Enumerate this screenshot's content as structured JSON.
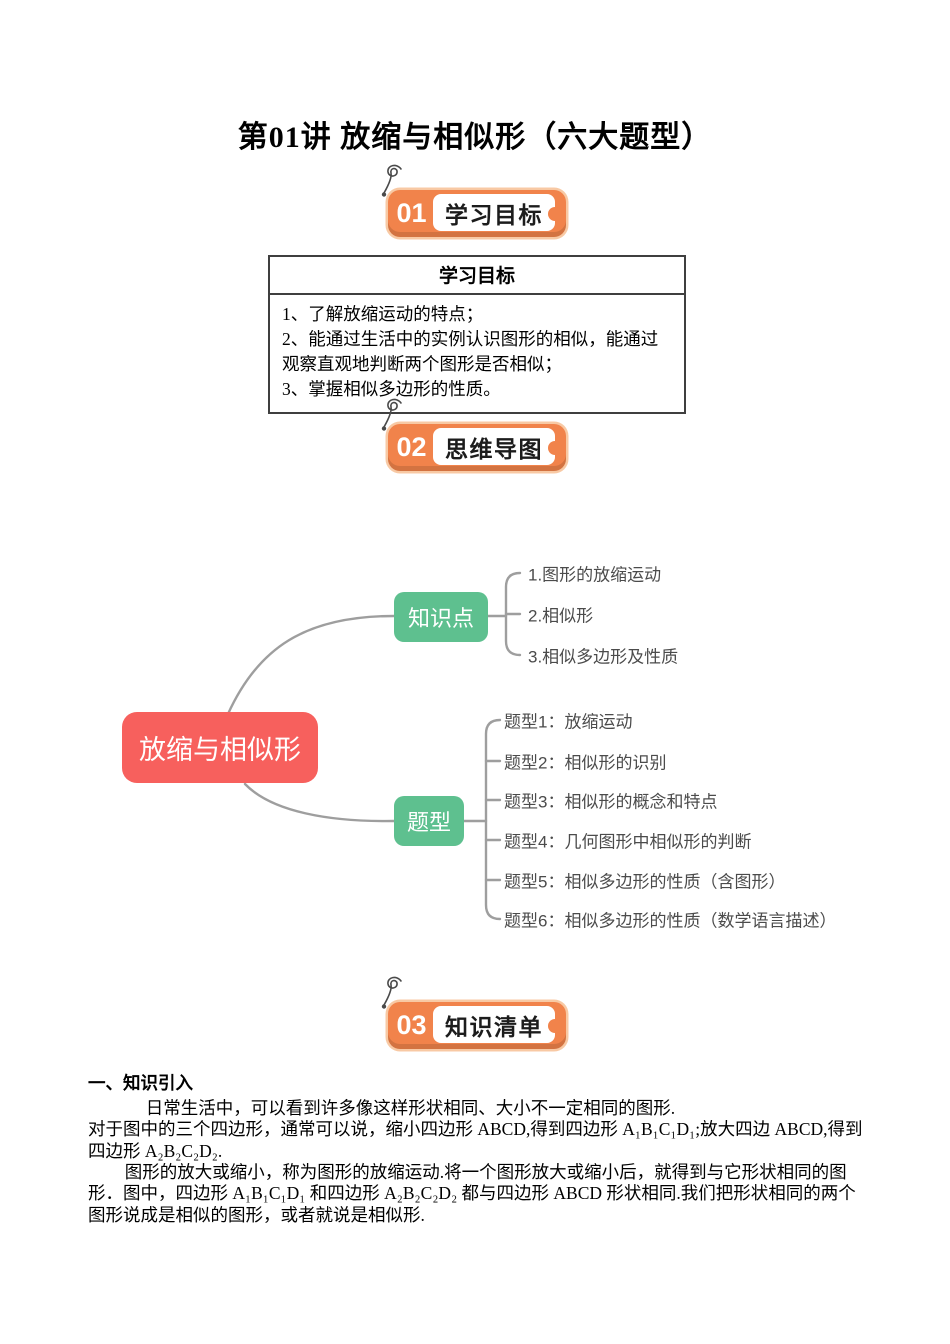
{
  "colors": {
    "accent-orange": "#f1834b",
    "badge-border": "#f8c9a4",
    "root-red": "#f7605d",
    "branch-green": "#5ec08f",
    "line-gray": "#9e9e9e"
  },
  "title": "第01讲 放缩与相似形（六大题型）",
  "badges": [
    {
      "number": "01",
      "label": "学习目标"
    },
    {
      "number": "02",
      "label": "思维导图"
    },
    {
      "number": "03",
      "label": "知识清单"
    }
  ],
  "objectives": {
    "header": "学习目标",
    "items": [
      "1、了解放缩运动的特点；",
      "2、能通过生活中的实例认识图形的相似，能通过观察直观地判断两个图形是否相似；",
      "3、掌握相似多边形的性质。"
    ]
  },
  "mindmap": {
    "root": "放缩与相似形",
    "knowledge_node": "知识点",
    "knowledge_items": [
      "1.图形的放缩运动",
      "2.相似形",
      "3.相似多边形及性质"
    ],
    "types_node": "题型",
    "types_items": [
      "题型1：放缩运动",
      "题型2：相似形的识别",
      "题型3：相似形的概念和特点",
      "题型4：几何图形中相似形的判断",
      "题型5：相似多边形的性质（含图形）",
      "题型6：相似多边形的性质（数学语言描述）"
    ]
  },
  "knowledge_intro": {
    "heading": "一、知识引入",
    "paragraphs": [
      "日常生活中，可以看到许多像这样形状相同、大小不一定相同的图形.",
      "对于图中的三个四边形，通常可以说，缩小四边形 ABCD,得到四边形 A₁B₁C₁D₁;放大四边 ABCD,得到四边形 A₂B₂C₂D₂.",
      "图形的放大或缩小，称为图形的放缩运动.将一个图形放大或缩小后，就得到与它形状相同的图形．图中，四边形 A₁B₁C₁D₁ 和四边形 A₂B₂C₂D₂ 都与四边形 ABCD 形状相同.我们把形状相同的两个图形说成是相似的图形，或者就说是相似形."
    ]
  }
}
